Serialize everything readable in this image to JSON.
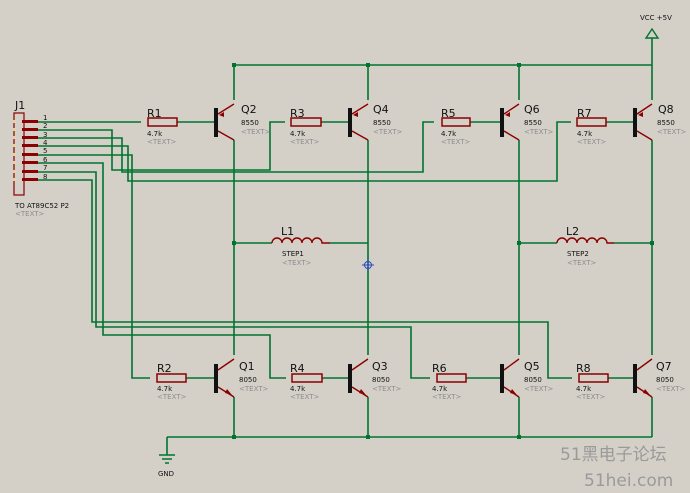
{
  "connector": {
    "ref": "J1",
    "pins": [
      "1",
      "2",
      "3",
      "4",
      "5",
      "6",
      "7",
      "8"
    ],
    "value": "TO AT89C52 P2",
    "text": "<TEXT>"
  },
  "power": {
    "vcc": "VCC +5V",
    "gnd": "GND"
  },
  "top_transistors": [
    {
      "ref": "Q2",
      "value": "8550"
    },
    {
      "ref": "Q4",
      "value": "8550"
    },
    {
      "ref": "Q6",
      "value": "8550"
    },
    {
      "ref": "Q8",
      "value": "8550"
    }
  ],
  "bottom_transistors": [
    {
      "ref": "Q1",
      "value": "8050"
    },
    {
      "ref": "Q3",
      "value": "8050"
    },
    {
      "ref": "Q5",
      "value": "8050"
    },
    {
      "ref": "Q7",
      "value": "8050"
    }
  ],
  "top_resistors": [
    {
      "ref": "R1",
      "value": "4.7k",
      "text": "<TEXT>"
    },
    {
      "ref": "R3",
      "value": "4.7k",
      "text": "<TEXT>"
    },
    {
      "ref": "R5",
      "value": "4.7k",
      "text": "<TEXT>"
    },
    {
      "ref": "R7",
      "value": "4.7k",
      "text": "<TEXT>"
    }
  ],
  "bottom_resistors": [
    {
      "ref": "R2",
      "value": "4.7k",
      "text": "<TEXT>"
    },
    {
      "ref": "R4",
      "value": "4.7k",
      "text": "<TEXT>"
    },
    {
      "ref": "R6",
      "value": "4.7k",
      "text": "<TEXT>"
    },
    {
      "ref": "R8",
      "value": "4.7k",
      "text": "<TEXT>"
    }
  ],
  "transistor_text": "<TEXT>",
  "inductors": [
    {
      "ref": "L1",
      "value": "STEP1",
      "text": "<TEXT>"
    },
    {
      "ref": "L2",
      "value": "STEP2",
      "text": "<TEXT>"
    }
  ],
  "watermark": {
    "line1": "51黑电子论坛",
    "line2": "51hei.com"
  }
}
